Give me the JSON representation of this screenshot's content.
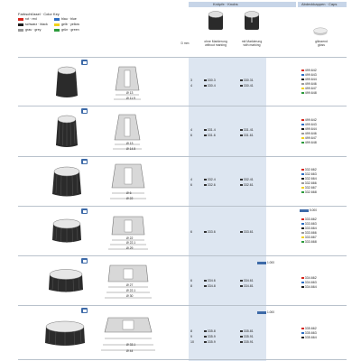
{
  "header": {
    "knobs_label": "Knöpfe · Knobs",
    "caps_label": "Abdeckkappen · Caps"
  },
  "color_key": {
    "title": "Farbschlüssel · Color Key",
    "items": [
      {
        "label": "rot · red",
        "color": "#d9271e"
      },
      {
        "label": "blau · blue",
        "color": "#2e6fc4"
      },
      {
        "label": "schwarz · black",
        "color": "#1e1e1e"
      },
      {
        "label": "gelb · yellow",
        "color": "#f2d21b"
      },
      {
        "label": "grau · grey",
        "color": "#9a9a9a"
      },
      {
        "label": "grün · green",
        "color": "#2c9b3c"
      }
    ]
  },
  "columns": {
    "d_label": "D mm",
    "no_mark_de": "ohne Markierung",
    "no_mark_en": "without marking",
    "mark_de": "mit Markierung",
    "mark_en": "with marking",
    "caps_de": "glänzend",
    "caps_en": "gloss"
  },
  "rows": [
    {
      "d": [
        "3",
        "4"
      ],
      "no_mark": [
        "330.3",
        "330.4"
      ],
      "mark": [
        "330.31",
        "330.41"
      ],
      "caps": [
        "499.642",
        "499.643",
        "499.644",
        "499.646",
        "499.647",
        "499.648"
      ],
      "dims": [
        "Ø 13",
        "Ø 11.9"
      ],
      "qty": ""
    },
    {
      "d": [
        "4",
        "6"
      ],
      "no_mark": [
        "331.4",
        "331.6"
      ],
      "mark": [
        "331.41",
        "331.61"
      ],
      "caps": [
        "499.642",
        "499.643",
        "499.644",
        "499.646",
        "499.647",
        "499.648"
      ],
      "dims": [
        "Ø 13",
        "Ø 14.5"
      ],
      "qty": ""
    },
    {
      "d": [
        "4",
        "6"
      ],
      "no_mark": [
        "332.4",
        "332.6"
      ],
      "mark": [
        "332.41",
        "332.61"
      ],
      "caps": [
        "332.662",
        "332.663",
        "332.664",
        "332.666",
        "332.667",
        "332.668"
      ],
      "dims": [
        "Ø 6",
        "Ø 22"
      ],
      "qty": ""
    },
    {
      "d": [
        "6"
      ],
      "no_mark": [
        "333.6"
      ],
      "mark": [
        "333.61"
      ],
      "caps": [
        "333.662",
        "333.663",
        "333.664",
        "333.666",
        "333.667",
        "333.668"
      ],
      "dims": [
        "Ø 22",
        "Ø 22.1",
        "Ø 29"
      ],
      "qty": "5.000"
    },
    {
      "d": [
        "6",
        "8"
      ],
      "no_mark": [
        "334.6",
        "334.8"
      ],
      "mark": [
        "334.61",
        "334.81"
      ],
      "caps": [
        "334.662",
        "334.663",
        "334.664"
      ],
      "dims": [
        "Ø 27",
        "Ø 22.1",
        "Ø 30"
      ],
      "qty": "1.000"
    },
    {
      "d": [
        "8",
        "9",
        "10"
      ],
      "no_mark": [
        "335.8",
        "335.9",
        "335.9"
      ],
      "mark": [
        "335.81",
        "335.91",
        "335.91"
      ],
      "caps": [
        "335.662",
        "335.663",
        "335.664"
      ],
      "dims": [
        "Ø 33.1",
        "Ø 44"
      ],
      "qty": "1.000"
    }
  ]
}
